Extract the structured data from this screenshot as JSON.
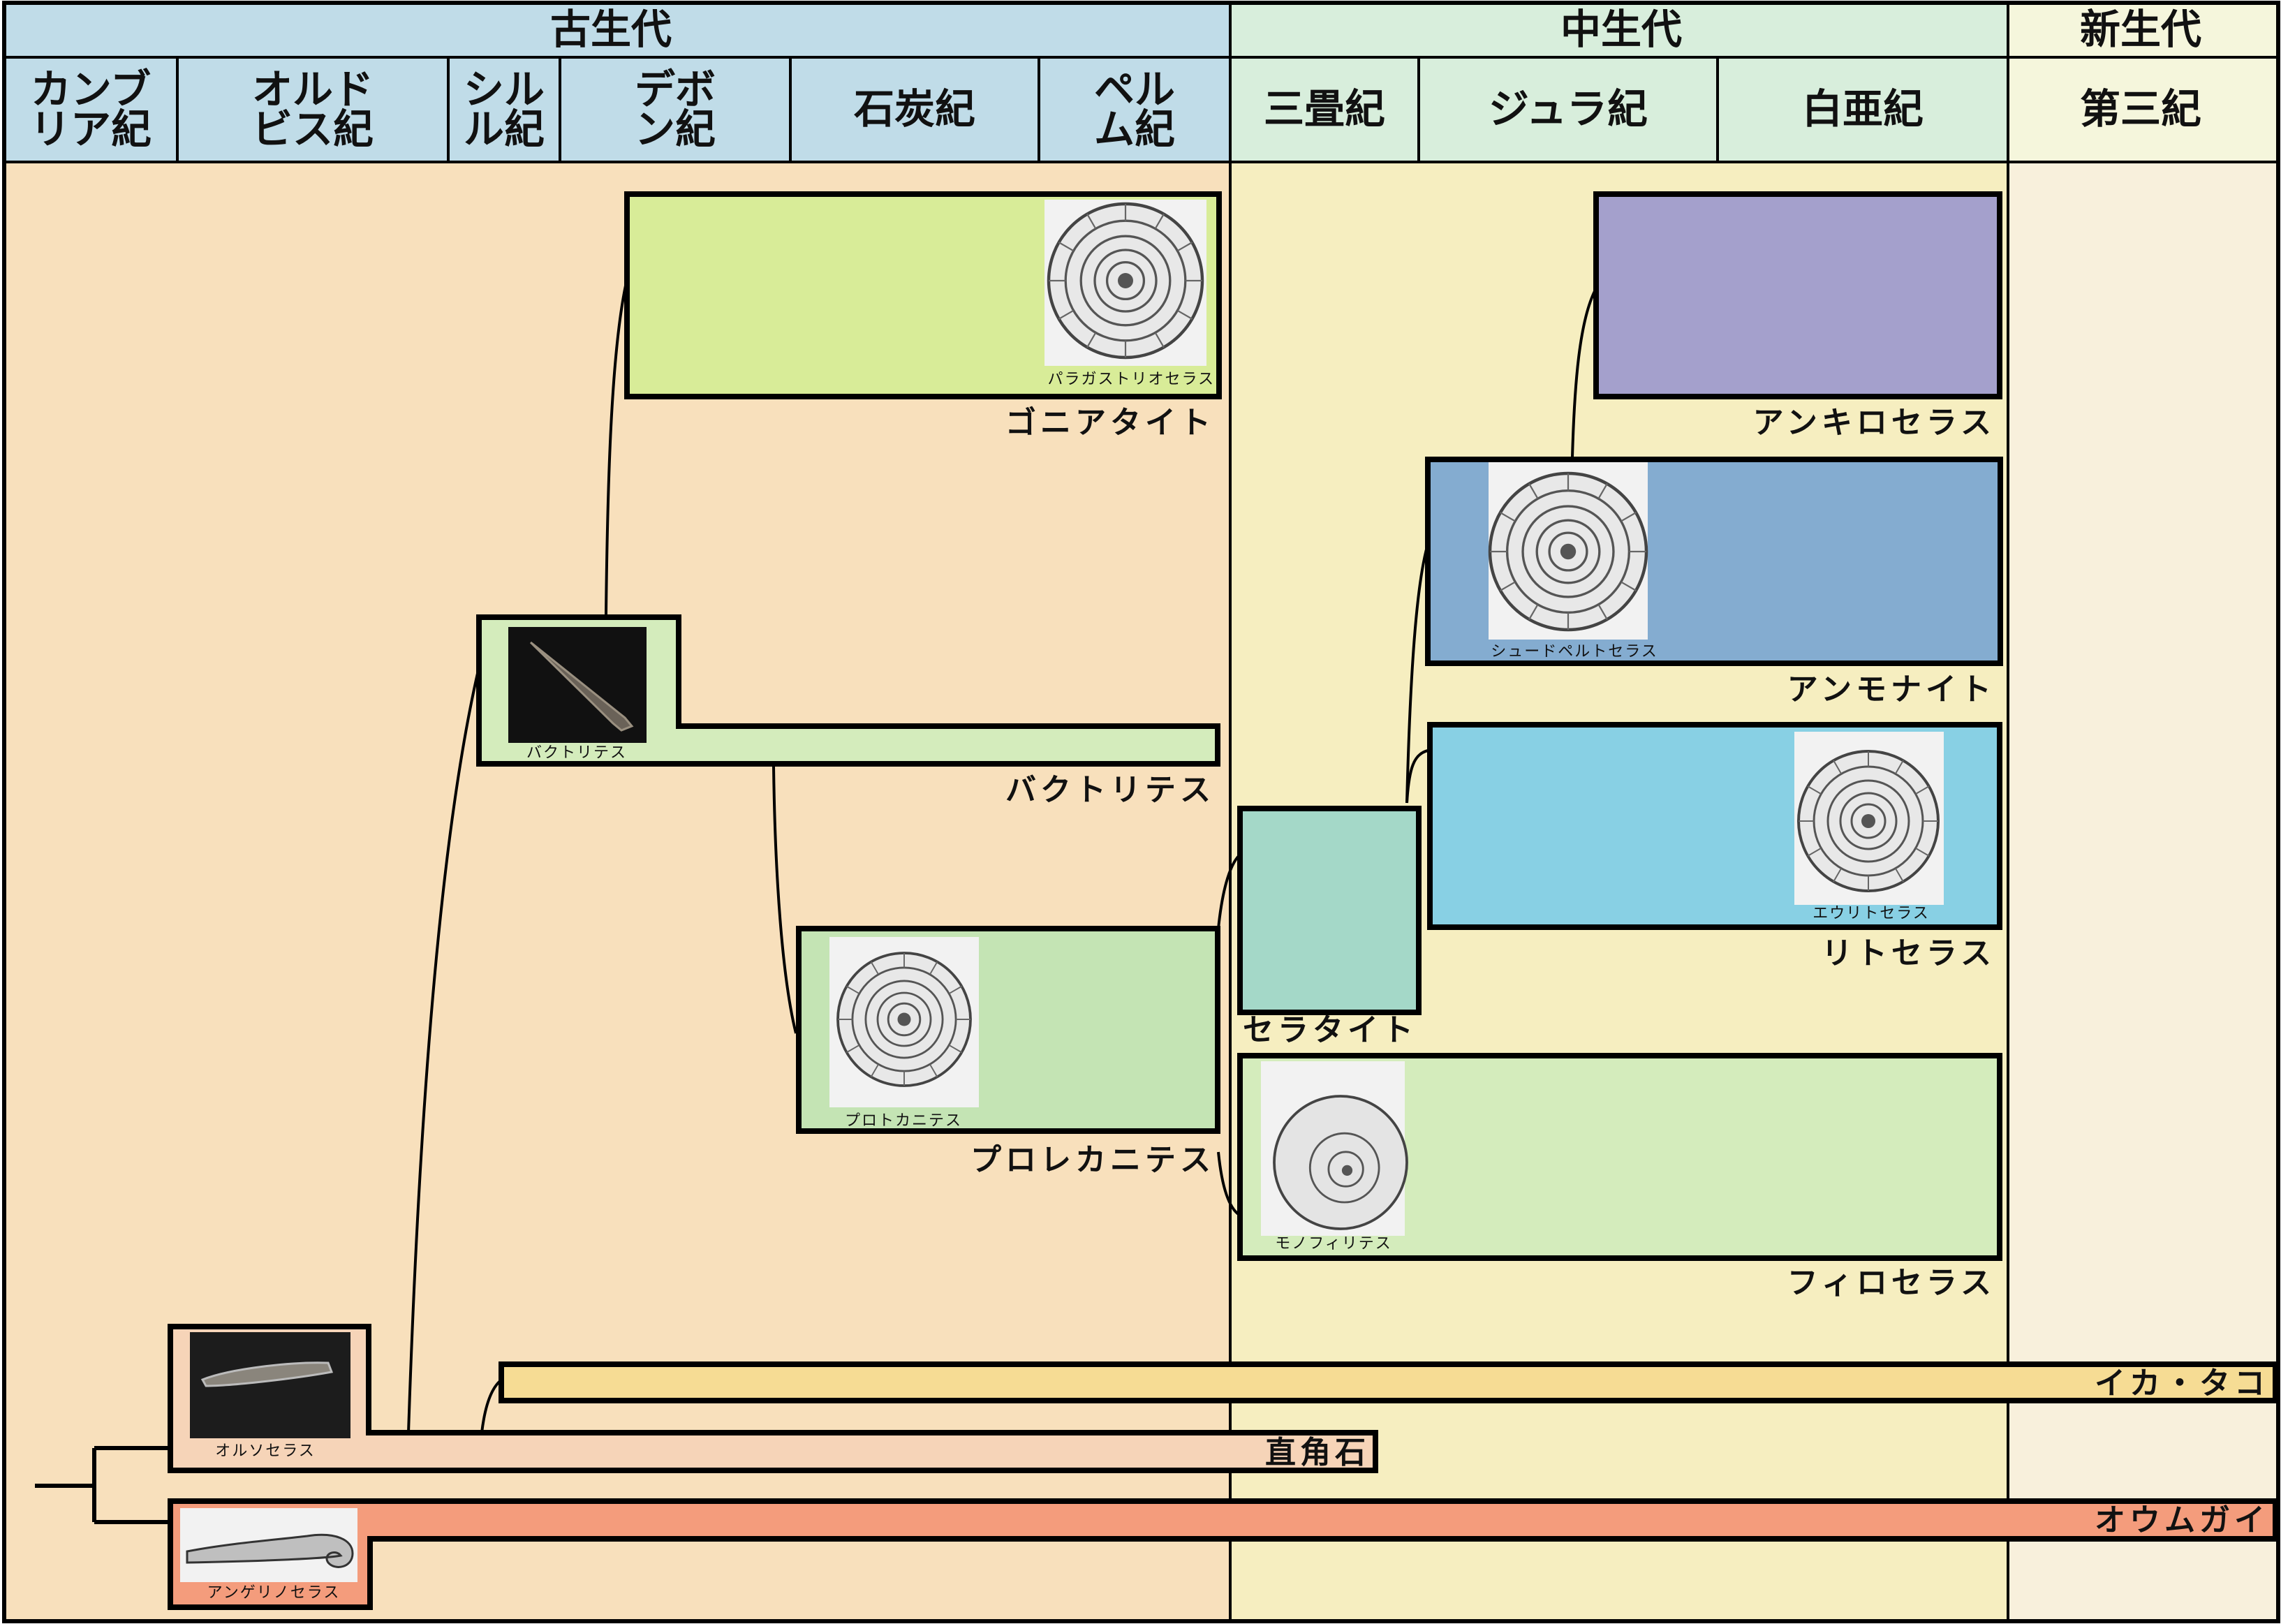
{
  "eras": {
    "paleozoic": "古生代",
    "mesozoic": "中生代",
    "cenozoic": "新生代"
  },
  "periods": {
    "cambrian": [
      "カンブ",
      "リア紀"
    ],
    "ordovician": [
      "オルド",
      "ビス紀"
    ],
    "silurian": [
      "シル",
      "ル紀"
    ],
    "devonian": [
      "デボ",
      "ン紀"
    ],
    "carboniferous": "石炭紀",
    "permian": [
      "ペル",
      "ム紀"
    ],
    "triassic": "三畳紀",
    "jurassic": "ジュラ紀",
    "cretaceous": "白亜紀",
    "tertiary": "第三紀"
  },
  "taxa": {
    "goniatite": {
      "label": "ゴニアタイト",
      "image_caption": "パラガストリオセラス"
    },
    "bactrites": {
      "label": "バクトリテス",
      "image_caption": "バクトリテス"
    },
    "prolecanites": {
      "label": "プロレカニテス",
      "image_caption": "プロトカニテス"
    },
    "ceratite": {
      "label": "セラタイト"
    },
    "ancyloceras": {
      "label": "アンキロセラス"
    },
    "ammonite": {
      "label": "アンモナイト",
      "image_caption": "シュードペルトセラス"
    },
    "lytoceras": {
      "label": "リトセラス",
      "image_caption": "エウリトセラス"
    },
    "phylloceras": {
      "label": "フィロセラス",
      "image_caption": "モノフィリテス"
    },
    "orthocerida": {
      "label": "直角石",
      "image_caption": "オルソセラス"
    },
    "squid_octopus": {
      "label": "イカ・タコ"
    },
    "nautilus": {
      "label": "オウムガイ",
      "image_caption": "アンゲリノセラス"
    }
  },
  "colors": {
    "header_paleozoic": "#c0dce8",
    "header_mesozoic": "#d8eedc",
    "header_cenozoic": "#f5f6dc",
    "bg_paleozoic": "#f8e0bc",
    "bg_mesozoic": "#f6eec0",
    "bg_cenozoic": "#f8f0dc",
    "goniatite": "#d8ec98",
    "bactrites": "#d4ecbc",
    "prolecanites": "#c4e4b4",
    "ceratite": "#a4d8c8",
    "ancyloceras": "#a4a0cc",
    "ammonite": "#84acd0",
    "lytoceras": "#88d0e4",
    "phylloceras": "#d4ecbc",
    "orthocerida": "#f6d4b8",
    "squid_octopus": "#f6dc94",
    "nautilus": "#f49c7c"
  },
  "icons": [
    "ammonite-fossil-icon",
    "straight-shell-fossil-icon",
    "spiral-shell-fossil-icon"
  ]
}
